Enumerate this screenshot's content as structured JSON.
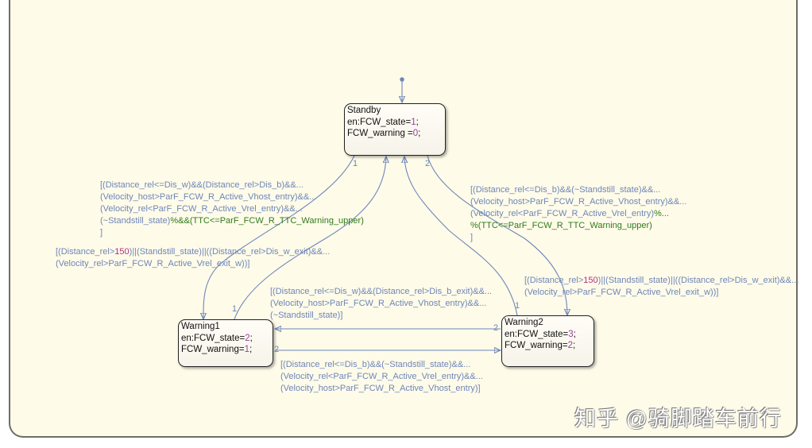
{
  "states": {
    "standby": {
      "name": "Standby",
      "entry": "en:FCW_state=",
      "entry_value": "1",
      "entry_end": ";",
      "warning": "FCW_warning =",
      "warning_value": "0",
      "warning_end": ";"
    },
    "warning1": {
      "name": "Warning1",
      "entry": "en:FCW_state=",
      "entry_value": "2",
      "entry_end": ";",
      "warning": "FCW_warning=",
      "warning_value": "1",
      "warning_end": ";"
    },
    "warning2": {
      "name": "Warning2",
      "entry": "en:FCW_state=",
      "entry_value": "3",
      "entry_end": ";",
      "warning": "FCW_warning=",
      "warning_value": "2",
      "warning_end": ";"
    }
  },
  "transitions": {
    "standby_to_warning1": {
      "priority": "1",
      "lines": [
        "[(Distance_rel<=Dis_w)&&(Distance_rel>Dis_b)&&...",
        "(Velocity_host>ParF_FCW_R_Active_Vhost_entry)&&...",
        "(Velocity_rel<ParF_FCW_R_Active_Vrel_entry)&&..."
      ],
      "line4_a": "(~Standstill_state)",
      "line4_b": "%&&(TTC<=ParF_FCW_R_TTC_Warning_upper)",
      "line5": "]"
    },
    "standby_to_warning2": {
      "priority": "2",
      "lines": [
        "[(Distance_rel<=Dis_b)&&(~Standstill_state)&&...",
        "(Velocity_host>ParF_FCW_R_Active_Vhost_entry)&&..."
      ],
      "line3_a": "(Velocity_rel<ParF_FCW_R_Active_Vrel_entry)",
      "line3_b": "%...",
      "line4": "%(TTC<=ParF_FCW_R_TTC_Warning_upper)",
      "line5": "]"
    },
    "warning1_to_standby": {
      "priority": "1",
      "line1_a": "[(Distance_rel>",
      "line1_num": "150",
      "line1_b": ")||(Standstill_state)||((Distance_rel>Dis_w_exit)&&...",
      "line2": "(Velocity_rel>ParF_FCW_R_Active_Vrel_exit_w))]"
    },
    "warning2_to_standby": {
      "priority": "1",
      "line1_a": "[(Distance_rel>",
      "line1_num": "150",
      "line1_b": ")||(Standstill_state)||((Distance_rel>Dis_w_exit)&&...",
      "line2": "(Velocity_rel>ParF_FCW_R_Active_Vrel_exit_w))]"
    },
    "warning2_to_warning1": {
      "priority": "2",
      "lines": [
        "[(Distance_rel<=Dis_w)&&(Distance_rel>Dis_b_exit)&&...",
        "(Velocity_host>ParF_FCW_R_Active_Vhost_entry)&&...",
        "(~Standstill_state)]"
      ]
    },
    "warning1_to_warning2": {
      "priority": "2",
      "lines": [
        "[(Distance_rel<=Dis_b)&&(~Standstill_state)&&...",
        "(Velocity_rel<ParF_FCW_R_Active_Vrel_entry)&&...",
        "(Velocity_host>ParF_FCW_R_Active_Vhost_entry)]"
      ]
    }
  },
  "watermark": "知乎 @骑脚踏车前行",
  "colors": {
    "canvas": "#fffbe9",
    "edge": "#6d86b8",
    "condition_text": "#6d86b8",
    "action_text": "#2f7a1c",
    "number": "#9c3fa0"
  }
}
